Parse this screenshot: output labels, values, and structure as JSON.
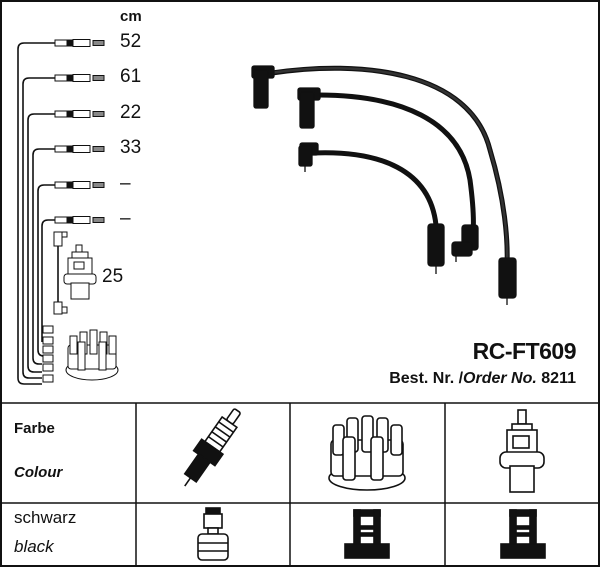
{
  "unit_label": "cm",
  "lengths": [
    "52",
    "61",
    "22",
    "33",
    "–",
    "–"
  ],
  "coil_lead_length": "25",
  "product": {
    "model": "RC-FT609",
    "order_prefix": "Best. Nr. /",
    "order_label": "Order No.",
    "order_number": "8211"
  },
  "table": {
    "header_label_de": "Farbe",
    "header_label_en": "Colour",
    "columns": [
      "spark-plug-icon",
      "distributor-cap-icon",
      "ignition-coil-icon"
    ],
    "row": {
      "label_de": "schwarz",
      "label_en": "black",
      "terminals": [
        "spark-plug-boot-icon",
        "cap-terminal-icon",
        "coil-terminal-icon"
      ]
    }
  },
  "colors": {
    "line": "#111111",
    "background": "#ffffff"
  }
}
